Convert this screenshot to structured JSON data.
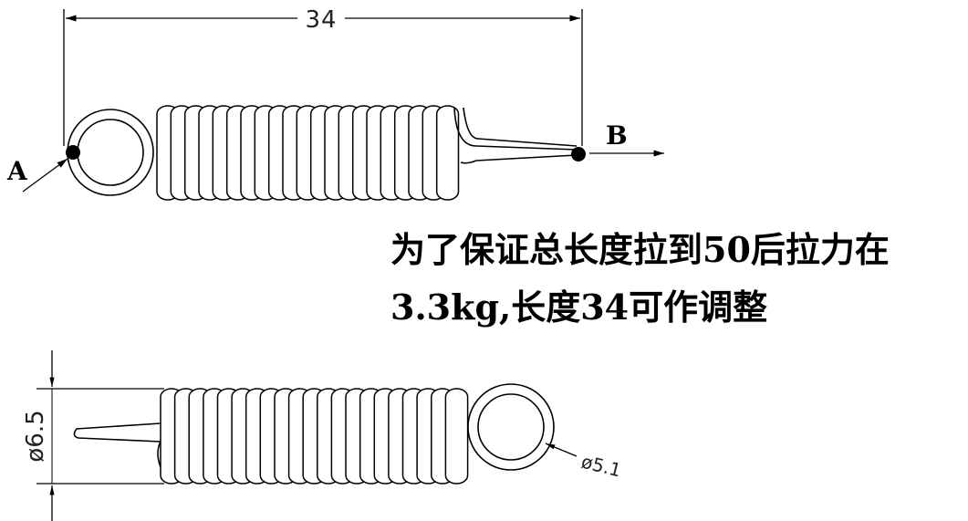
{
  "top_view": {
    "length_dimension": "34",
    "point_a_label": "A",
    "point_b_label": "B"
  },
  "note": {
    "line1": "为了保证总长度拉到50后拉力在",
    "line2": "3.3kg,长度34可作调整"
  },
  "bottom_view": {
    "coil_diameter_label": "ø6.5",
    "hook_diameter_label": "ø5.1"
  },
  "colors": {
    "line": "#000000",
    "background": "#ffffff"
  }
}
